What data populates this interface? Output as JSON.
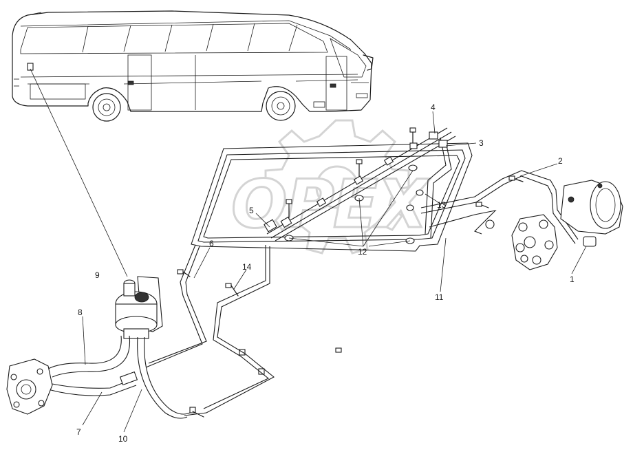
{
  "watermark": {
    "text": "OPEX",
    "color": "#d9d9d9"
  },
  "callouts": [
    {
      "id": "1",
      "label": "1"
    },
    {
      "id": "2",
      "label": "2"
    },
    {
      "id": "3",
      "label": "3"
    },
    {
      "id": "4",
      "label": "4"
    },
    {
      "id": "5",
      "label": "5"
    },
    {
      "id": "6",
      "label": "6"
    },
    {
      "id": "7",
      "label": "7"
    },
    {
      "id": "8",
      "label": "8"
    },
    {
      "id": "9",
      "label": "9"
    },
    {
      "id": "10",
      "label": "10"
    },
    {
      "id": "11",
      "label": "11"
    },
    {
      "id": "12",
      "label": "12"
    },
    {
      "id": "13",
      "label": "13"
    },
    {
      "id": "14",
      "label": "14"
    }
  ],
  "colors": {
    "line": "#1a1a1a",
    "background": "#ffffff"
  }
}
